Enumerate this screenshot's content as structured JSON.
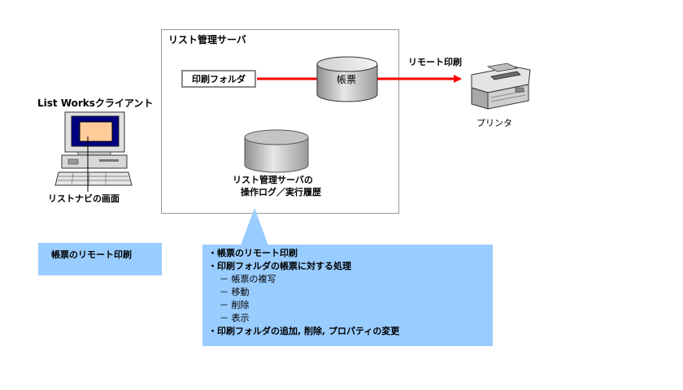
{
  "client": {
    "title": "List Worksクライアント",
    "screen_label": "リストナビの画面"
  },
  "server": {
    "title": "リスト管理サーバ",
    "print_folder": "印刷フォルダ",
    "form_db": "帳票",
    "log_db_line1": "リスト管理サーバの",
    "log_db_line2": "操作ログ／実行履歴"
  },
  "printer": {
    "arrow_label": "リモート印刷",
    "label": "プリンタ"
  },
  "callout_left": {
    "text": "帳票のリモート印刷"
  },
  "callout_right": {
    "items": [
      "・帳票のリモート印刷",
      "・印刷フォルダの帳票に対する処理"
    ],
    "subitems": [
      "－ 帳票の複写",
      "－ 移動",
      "－ 削除",
      "－ 表示"
    ],
    "last_item": "・印刷フォルダの追加, 削除, プロパティの変更"
  },
  "colors": {
    "arrow": "#ff0000",
    "callout": "#99ccff",
    "cylinder_light": "#e6e6e6",
    "cylinder_dark": "#9a9a9a"
  }
}
